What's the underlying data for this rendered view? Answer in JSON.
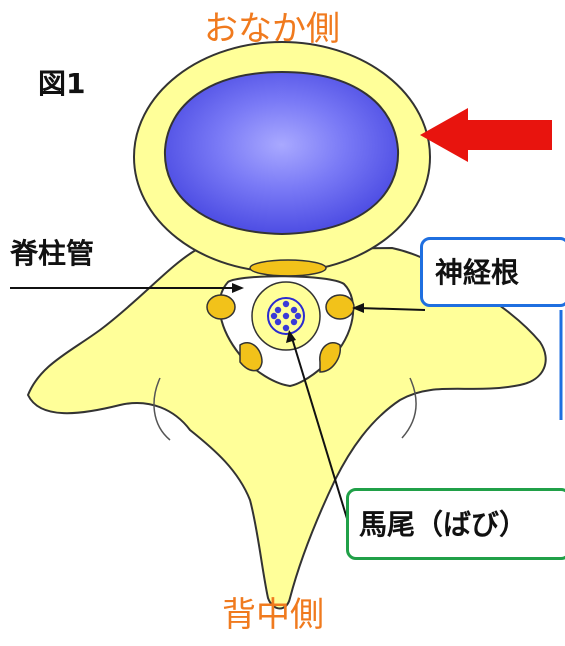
{
  "figure": {
    "number_label": "図1",
    "top_label": "おなか側",
    "bottom_label": "背中側",
    "labels": {
      "spinal_canal": "脊柱管",
      "nerve_root": "神経根",
      "cauda_equina": "馬尾（ばび）"
    },
    "colors": {
      "bone": "#ffff99",
      "bone_outline": "#333333",
      "disc": "#5c5cf0",
      "fat": "#f2c21a",
      "arrow": "#e8140e",
      "nerve_root_box": "#1f6fe0",
      "cauda_box": "#20a048",
      "orange_text": "#f07a1e"
    }
  }
}
